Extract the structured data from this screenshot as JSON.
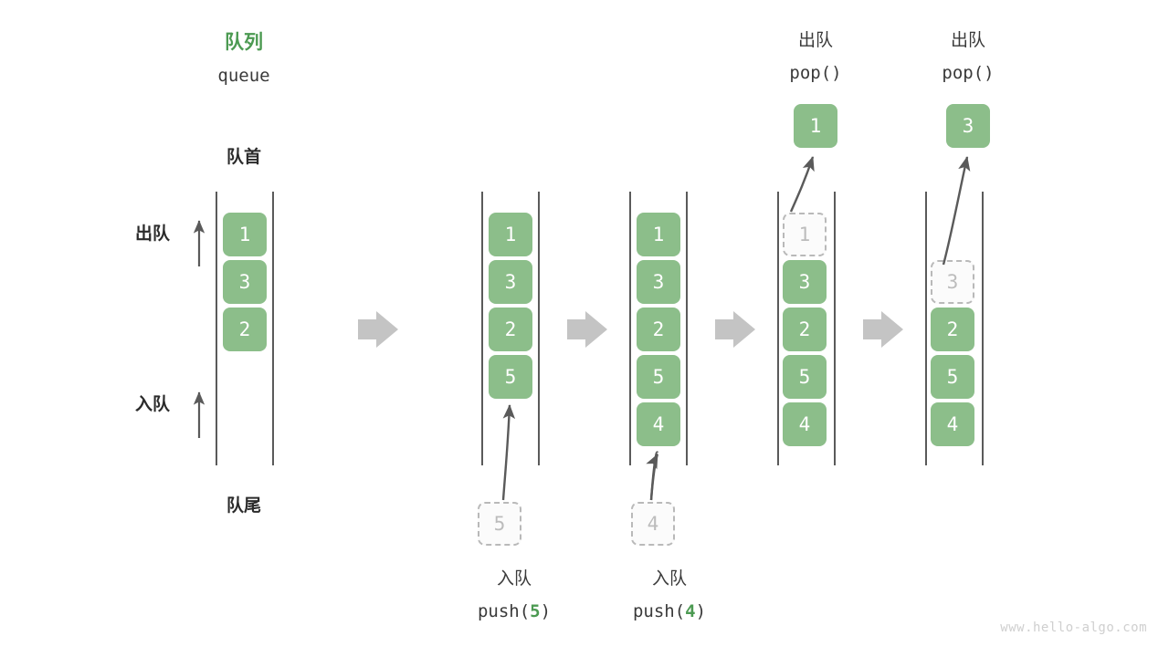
{
  "diagram": {
    "title_cn": "队列",
    "title_en": "queue",
    "front_label": "队首",
    "rear_label": "队尾",
    "dequeue_label": "出队",
    "enqueue_label": "入队",
    "watermark": "www.hello-algo.com",
    "colors": {
      "element_fill": "#8cbe8a",
      "element_text": "#ffffff",
      "ghost_border": "#b9b9b9",
      "ghost_text": "#bcbcbc",
      "accent_green": "#4c9a52",
      "rail": "#5a5a5a",
      "arrow": "#5a5a5a",
      "step_arrow": "#c4c4c4",
      "text_dark": "#2b2b2b",
      "watermark": "#cfcfcf"
    }
  },
  "columns": [
    {
      "id": "initial",
      "top_title_cn": "队列",
      "top_title_en": "queue",
      "header_label": "队首",
      "footer_label": "队尾",
      "side_labels": [
        "出队",
        "入队"
      ],
      "cells": [
        {
          "value": "1",
          "state": "filled"
        },
        {
          "value": "3",
          "state": "filled"
        },
        {
          "value": "2",
          "state": "filled"
        }
      ]
    },
    {
      "id": "after-push-5",
      "op_label_cn": "入队",
      "op_label_code": "push(5)",
      "op_arg": "5",
      "incoming_value": "5",
      "cells": [
        {
          "value": "1",
          "state": "filled"
        },
        {
          "value": "3",
          "state": "filled"
        },
        {
          "value": "2",
          "state": "filled"
        },
        {
          "value": "5",
          "state": "filled"
        }
      ]
    },
    {
      "id": "after-push-4",
      "op_label_cn": "入队",
      "op_label_code": "push(4)",
      "op_arg": "4",
      "incoming_value": "4",
      "cells": [
        {
          "value": "1",
          "state": "filled"
        },
        {
          "value": "3",
          "state": "filled"
        },
        {
          "value": "2",
          "state": "filled"
        },
        {
          "value": "5",
          "state": "filled"
        },
        {
          "value": "4",
          "state": "filled"
        }
      ]
    },
    {
      "id": "after-pop-1",
      "op_label_cn": "出队",
      "op_label_code": "pop()",
      "popped_value": "1",
      "cells": [
        {
          "value": "1",
          "state": "ghost"
        },
        {
          "value": "3",
          "state": "filled"
        },
        {
          "value": "2",
          "state": "filled"
        },
        {
          "value": "5",
          "state": "filled"
        },
        {
          "value": "4",
          "state": "filled"
        }
      ]
    },
    {
      "id": "after-pop-3",
      "op_label_cn": "出队",
      "op_label_code": "pop()",
      "popped_value": "3",
      "cells": [
        {
          "value": "3",
          "state": "ghost"
        },
        {
          "value": "2",
          "state": "filled"
        },
        {
          "value": "5",
          "state": "filled"
        },
        {
          "value": "4",
          "state": "filled"
        }
      ]
    }
  ],
  "step_arrows": [
    "step-arrow-1",
    "step-arrow-2",
    "step-arrow-3",
    "step-arrow-4"
  ]
}
